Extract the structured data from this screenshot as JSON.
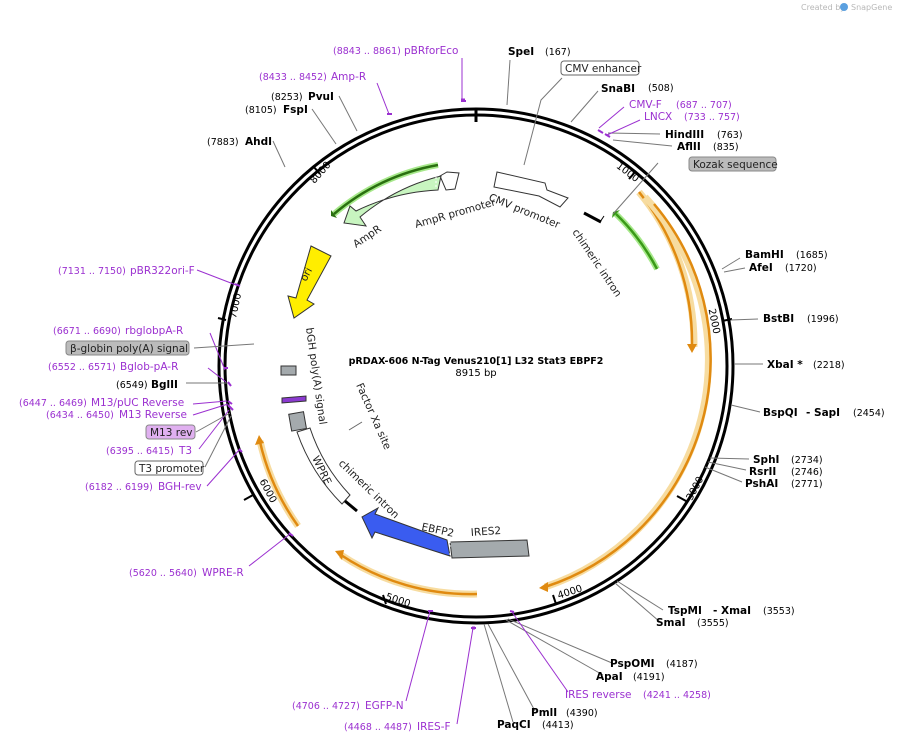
{
  "credit": {
    "prefix": "Created by",
    "brand": "SnapGene"
  },
  "plasmid": {
    "name": "pRDAX-606    N-Tag Venus210[1] L32 Stat3 EBPF2",
    "length": "8915 bp"
  },
  "ticks": [
    "1000",
    "2000",
    "3000",
    "4000",
    "5000",
    "6000",
    "7000",
    "8000"
  ],
  "enzymes": [
    {
      "name": "SpeI",
      "pos": "(167)"
    },
    {
      "name": "SnaBI",
      "pos": "(508)"
    },
    {
      "name": "HindIII",
      "pos": "(763)"
    },
    {
      "name": "AflII",
      "pos": "(835)"
    },
    {
      "name": "BamHI",
      "pos": "(1685)"
    },
    {
      "name": "AfeI",
      "pos": "(1720)"
    },
    {
      "name": "BstBI",
      "pos": "(1996)"
    },
    {
      "name": "XbaI *",
      "pos": "(2218)"
    },
    {
      "name": "BspQI",
      "extra": "- SapI",
      "pos": "(2454)"
    },
    {
      "name": "SphI",
      "pos": "(2734)"
    },
    {
      "name": "RsrII",
      "pos": "(2746)"
    },
    {
      "name": "PshAI",
      "pos": "(2771)"
    },
    {
      "name": "TspMI",
      "extra": "- XmaI",
      "pos": "(3553)"
    },
    {
      "name": "SmaI",
      "pos": "(3555)"
    },
    {
      "name": "PspOMI",
      "pos": "(4187)"
    },
    {
      "name": "ApaI",
      "pos": "(4191)"
    },
    {
      "name": "PmlI",
      "pos": "(4390)"
    },
    {
      "name": "PaqCI",
      "pos": "(4413)"
    },
    {
      "name": "BglII",
      "pos": "(6549)"
    },
    {
      "name": "AhdI",
      "pos": "(7883)"
    },
    {
      "name": "FspI",
      "pos": "(8105)"
    },
    {
      "name": "PvuI",
      "pos": "(8253)"
    }
  ],
  "primers": [
    {
      "name": "pBRforEco",
      "pos": "(8843 .. 8861)"
    },
    {
      "name": "Amp-R",
      "pos": "(8433 .. 8452)"
    },
    {
      "name": "CMV-F",
      "pos": "(687 .. 707)"
    },
    {
      "name": "LNCX",
      "pos": "(733 .. 757)"
    },
    {
      "name": "pBR322ori-F",
      "pos": "(7131 .. 7150)"
    },
    {
      "name": "rbglobpA-R",
      "pos": "(6671 .. 6690)"
    },
    {
      "name": "Bglob-pA-R",
      "pos": "(6552 .. 6571)"
    },
    {
      "name": "M13/pUC Reverse",
      "pos": "(6447 .. 6469)"
    },
    {
      "name": "M13 Reverse",
      "pos": "(6434 .. 6450)"
    },
    {
      "name": "T3",
      "pos": "(6395 .. 6415)"
    },
    {
      "name": "BGH-rev",
      "pos": "(6182 .. 6199)"
    },
    {
      "name": "WPRE-R",
      "pos": "(5620 .. 5640)"
    },
    {
      "name": "IRES reverse",
      "pos": "(4241 .. 4258)"
    },
    {
      "name": "EGFP-N",
      "pos": "(4706 .. 4727)"
    },
    {
      "name": "IRES-F",
      "pos": "(4468 .. 4487)"
    }
  ],
  "boxed_labels": [
    "CMV enhancer",
    "Kozak sequence",
    "β-globin poly(A) signal",
    "M13 rev",
    "T3 promoter"
  ],
  "features": [
    "CMV promoter",
    "chimeric intron",
    "AmpR promoter",
    "AmpR",
    "ori",
    "bGH poly(A) signal",
    "Factor Xa site",
    "WPRE",
    "chimeric intron",
    "EBFP2",
    "IRES2"
  ],
  "colors": {
    "backbone": "#000000",
    "primer": "#9b30d0",
    "orf_orange": "#e08a10",
    "orf_glow": "#f7dca0",
    "green_orf": "#3a9a18",
    "ampr_fill": "#c8f5c0",
    "ori_fill": "#ffee00",
    "ebfp2_fill": "#3a5cf0",
    "ires_fill": "#a4aaad",
    "box_gray": "#bbbbbb",
    "box_purple": "#e0b0f0"
  }
}
